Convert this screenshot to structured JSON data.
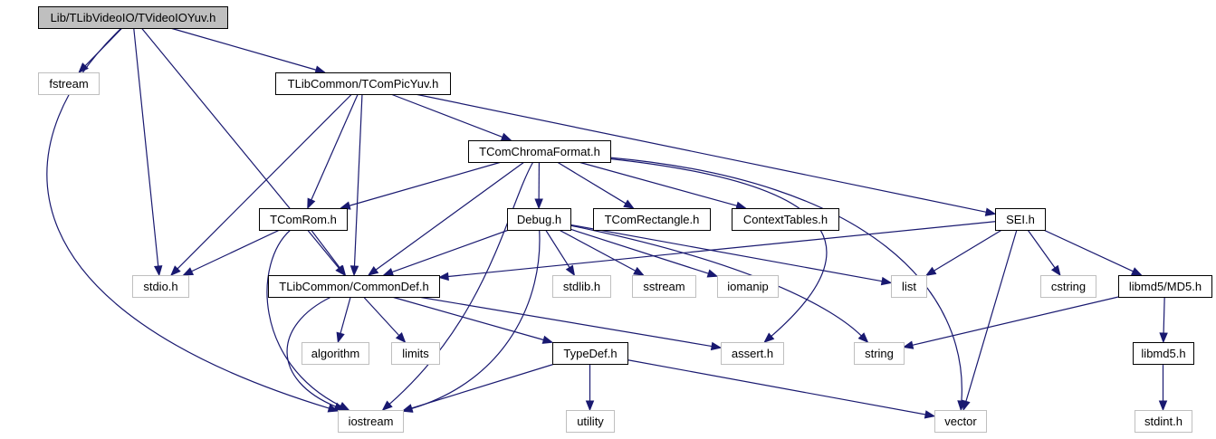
{
  "title": "Lib/TLibVideoIO/TVideoIOYuv.h",
  "colors": {
    "edge": "#191970",
    "root_fill": "#bfbfbf",
    "documented_border": "#000000",
    "external_border": "#bfbfbf",
    "node_fill": "#ffffff"
  },
  "nodes": [
    {
      "id": "root",
      "label": "Lib/TLibVideoIO/TVideoIOYuv.h",
      "kind": "root"
    },
    {
      "id": "fstream",
      "label": "fstream",
      "kind": "external"
    },
    {
      "id": "picyuv",
      "label": "TLibCommon/TComPicYuv.h",
      "kind": "documented"
    },
    {
      "id": "chroma",
      "label": "TComChromaFormat.h",
      "kind": "documented"
    },
    {
      "id": "rom",
      "label": "TComRom.h",
      "kind": "documented"
    },
    {
      "id": "debug",
      "label": "Debug.h",
      "kind": "documented"
    },
    {
      "id": "rect",
      "label": "TComRectangle.h",
      "kind": "documented"
    },
    {
      "id": "ctx",
      "label": "ContextTables.h",
      "kind": "documented"
    },
    {
      "id": "sei",
      "label": "SEI.h",
      "kind": "documented"
    },
    {
      "id": "stdio",
      "label": "stdio.h",
      "kind": "external"
    },
    {
      "id": "commondef",
      "label": "TLibCommon/CommonDef.h",
      "kind": "documented"
    },
    {
      "id": "stdlib",
      "label": "stdlib.h",
      "kind": "external"
    },
    {
      "id": "sstream",
      "label": "sstream",
      "kind": "external"
    },
    {
      "id": "iomanip",
      "label": "iomanip",
      "kind": "external"
    },
    {
      "id": "list",
      "label": "list",
      "kind": "external"
    },
    {
      "id": "cstring",
      "label": "cstring",
      "kind": "external"
    },
    {
      "id": "md5",
      "label": "libmd5/MD5.h",
      "kind": "documented"
    },
    {
      "id": "algorithm",
      "label": "algorithm",
      "kind": "external"
    },
    {
      "id": "limits",
      "label": "limits",
      "kind": "external"
    },
    {
      "id": "typedef",
      "label": "TypeDef.h",
      "kind": "documented"
    },
    {
      "id": "assert",
      "label": "assert.h",
      "kind": "external"
    },
    {
      "id": "string",
      "label": "string",
      "kind": "external"
    },
    {
      "id": "libmd5",
      "label": "libmd5.h",
      "kind": "documented"
    },
    {
      "id": "iostream",
      "label": "iostream",
      "kind": "external"
    },
    {
      "id": "utility",
      "label": "utility",
      "kind": "external"
    },
    {
      "id": "vector",
      "label": "vector",
      "kind": "external"
    },
    {
      "id": "stdint",
      "label": "stdint.h",
      "kind": "external"
    }
  ],
  "edges": [
    {
      "from": "root",
      "to": "fstream"
    },
    {
      "from": "root",
      "to": "picyuv"
    },
    {
      "from": "root",
      "to": "stdio"
    },
    {
      "from": "root",
      "to": "commondef"
    },
    {
      "from": "root",
      "to": "iostream"
    },
    {
      "from": "picyuv",
      "to": "chroma"
    },
    {
      "from": "picyuv",
      "to": "rom"
    },
    {
      "from": "picyuv",
      "to": "commondef"
    },
    {
      "from": "picyuv",
      "to": "stdio"
    },
    {
      "from": "picyuv",
      "to": "sei"
    },
    {
      "from": "chroma",
      "to": "rom"
    },
    {
      "from": "chroma",
      "to": "commondef"
    },
    {
      "from": "chroma",
      "to": "debug"
    },
    {
      "from": "chroma",
      "to": "rect"
    },
    {
      "from": "chroma",
      "to": "ctx"
    },
    {
      "from": "chroma",
      "to": "iostream"
    },
    {
      "from": "chroma",
      "to": "assert"
    },
    {
      "from": "chroma",
      "to": "vector"
    },
    {
      "from": "rom",
      "to": "stdio"
    },
    {
      "from": "rom",
      "to": "commondef"
    },
    {
      "from": "rom",
      "to": "iostream"
    },
    {
      "from": "debug",
      "to": "commondef"
    },
    {
      "from": "debug",
      "to": "stdlib"
    },
    {
      "from": "debug",
      "to": "sstream"
    },
    {
      "from": "debug",
      "to": "iomanip"
    },
    {
      "from": "debug",
      "to": "list"
    },
    {
      "from": "debug",
      "to": "string"
    },
    {
      "from": "debug",
      "to": "iostream"
    },
    {
      "from": "sei",
      "to": "commondef"
    },
    {
      "from": "sei",
      "to": "list"
    },
    {
      "from": "sei",
      "to": "cstring"
    },
    {
      "from": "sei",
      "to": "md5"
    },
    {
      "from": "sei",
      "to": "vector"
    },
    {
      "from": "md5",
      "to": "string"
    },
    {
      "from": "md5",
      "to": "libmd5"
    },
    {
      "from": "libmd5",
      "to": "stdint"
    },
    {
      "from": "commondef",
      "to": "algorithm"
    },
    {
      "from": "commondef",
      "to": "limits"
    },
    {
      "from": "commondef",
      "to": "typedef"
    },
    {
      "from": "commondef",
      "to": "assert"
    },
    {
      "from": "commondef",
      "to": "iostream"
    },
    {
      "from": "typedef",
      "to": "utility"
    },
    {
      "from": "typedef",
      "to": "iostream"
    },
    {
      "from": "typedef",
      "to": "vector"
    }
  ]
}
